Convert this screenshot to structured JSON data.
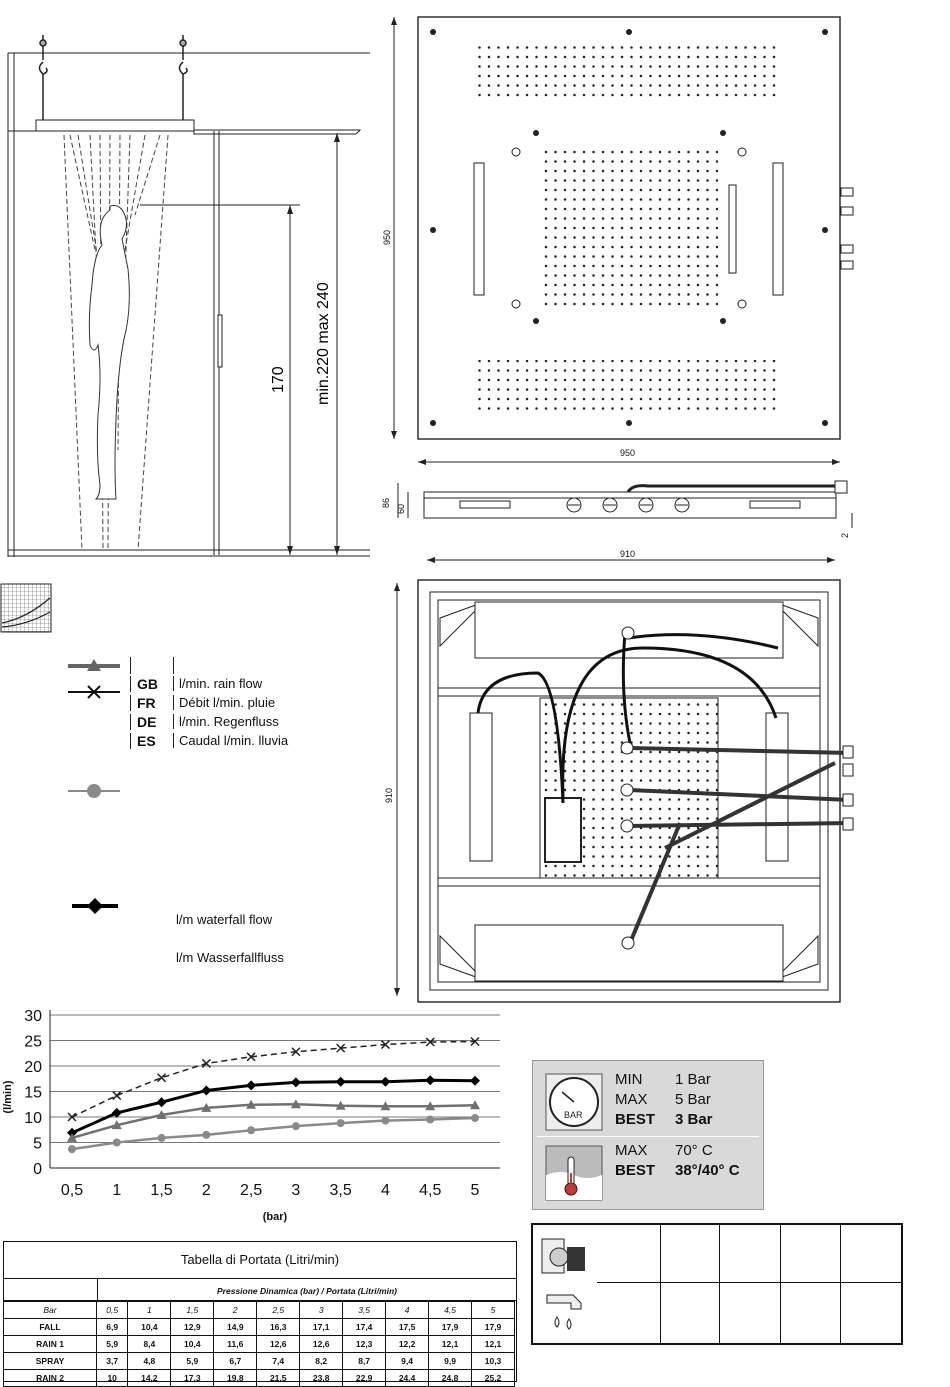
{
  "drawing": {
    "height_label_170": "170",
    "height_label_range": "min.220 max 240",
    "top_view": {
      "width": "950",
      "height": "950"
    },
    "side_view": {
      "height_86": "86",
      "height_60": "60",
      "gap_2": "2"
    },
    "frame_view": {
      "width": "910",
      "height": "910"
    }
  },
  "legend": {
    "rows": [
      {
        "lang": "GB",
        "text": "l/min. rain flow"
      },
      {
        "lang": "FR",
        "text": "Débit l/min. pluie"
      },
      {
        "lang": "DE",
        "text": "l/min. Regenfluss"
      },
      {
        "lang": "ES",
        "text": "Caudal l/min. lluvia"
      }
    ],
    "waterfall_gb": "l/m waterfall flow",
    "waterfall_de": "l/m Wasserfallfluss"
  },
  "chart_data": {
    "type": "line",
    "x": [
      0.5,
      1,
      1.5,
      2,
      2.5,
      3,
      3.5,
      4,
      4.5,
      5
    ],
    "x_tick_labels": [
      "0,5",
      "1",
      "1,5",
      "2",
      "2,5",
      "3",
      "3,5",
      "4",
      "4,5",
      "5"
    ],
    "y_ticks": [
      0,
      5,
      10,
      15,
      20,
      25,
      30
    ],
    "ylim": [
      0,
      30
    ],
    "xlabel": "(bar)",
    "ylabel": "(l/min)",
    "grid": true,
    "series": [
      {
        "marker": "cross",
        "color": "#222222",
        "dashed": true,
        "values": [
          10,
          14.2,
          17.7,
          20.5,
          21.8,
          22.8,
          23.5,
          24.2,
          24.7,
          24.8
        ]
      },
      {
        "marker": "diamond",
        "color": "#000000",
        "dashed": false,
        "values": [
          6.9,
          10.8,
          12.9,
          15.2,
          16.2,
          16.8,
          16.9,
          16.9,
          17.2,
          17.1
        ]
      },
      {
        "marker": "triangle",
        "color": "#707070",
        "dashed": false,
        "values": [
          5.9,
          8.4,
          10.4,
          11.8,
          12.4,
          12.5,
          12.2,
          12.1,
          12.1,
          12.3
        ]
      },
      {
        "marker": "circle",
        "color": "#8a8a8a",
        "dashed": false,
        "values": [
          3.7,
          5,
          5.9,
          6.5,
          7.4,
          8.2,
          8.8,
          9.3,
          9.5,
          9.8
        ]
      }
    ]
  },
  "table": {
    "title": "Tabella di Portata (Litri/min)",
    "subtitle": "Pressione Dinamica (bar) / Portata (Litri/min)",
    "header": [
      "Bar",
      "0,5",
      "1",
      "1,5",
      "2",
      "2,5",
      "3",
      "3,5",
      "4",
      "4,5",
      "5"
    ],
    "rows": [
      [
        "FALL",
        "6,9",
        "10,4",
        "12,9",
        "14,9",
        "16,3",
        "17,1",
        "17,4",
        "17,5",
        "17,9",
        "17,9"
      ],
      [
        "RAIN 1",
        "5,9",
        "8,4",
        "10,4",
        "11,6",
        "12,6",
        "12,6",
        "12,3",
        "12,2",
        "12,1",
        "12,1"
      ],
      [
        "SPRAY",
        "3,7",
        "4,8",
        "5,9",
        "6,7",
        "7,4",
        "8,2",
        "8,7",
        "9,4",
        "9,9",
        "10,3"
      ],
      [
        "RAIN 2",
        "10",
        "14,2",
        "17,3",
        "19,8",
        "21,5",
        "23,8",
        "22,9",
        "24,4",
        "24,8",
        "25,2"
      ]
    ]
  },
  "pressure": {
    "min_label": "MIN",
    "min_value": "1 Bar",
    "max_label": "MAX",
    "max_value": "5 Bar",
    "best_label": "BEST",
    "best_value": "3 Bar",
    "gauge_text": "BAR"
  },
  "temperature": {
    "max_label": "MAX",
    "max_value": "70° C",
    "best_label": "BEST",
    "best_value": "38°/40° C"
  }
}
